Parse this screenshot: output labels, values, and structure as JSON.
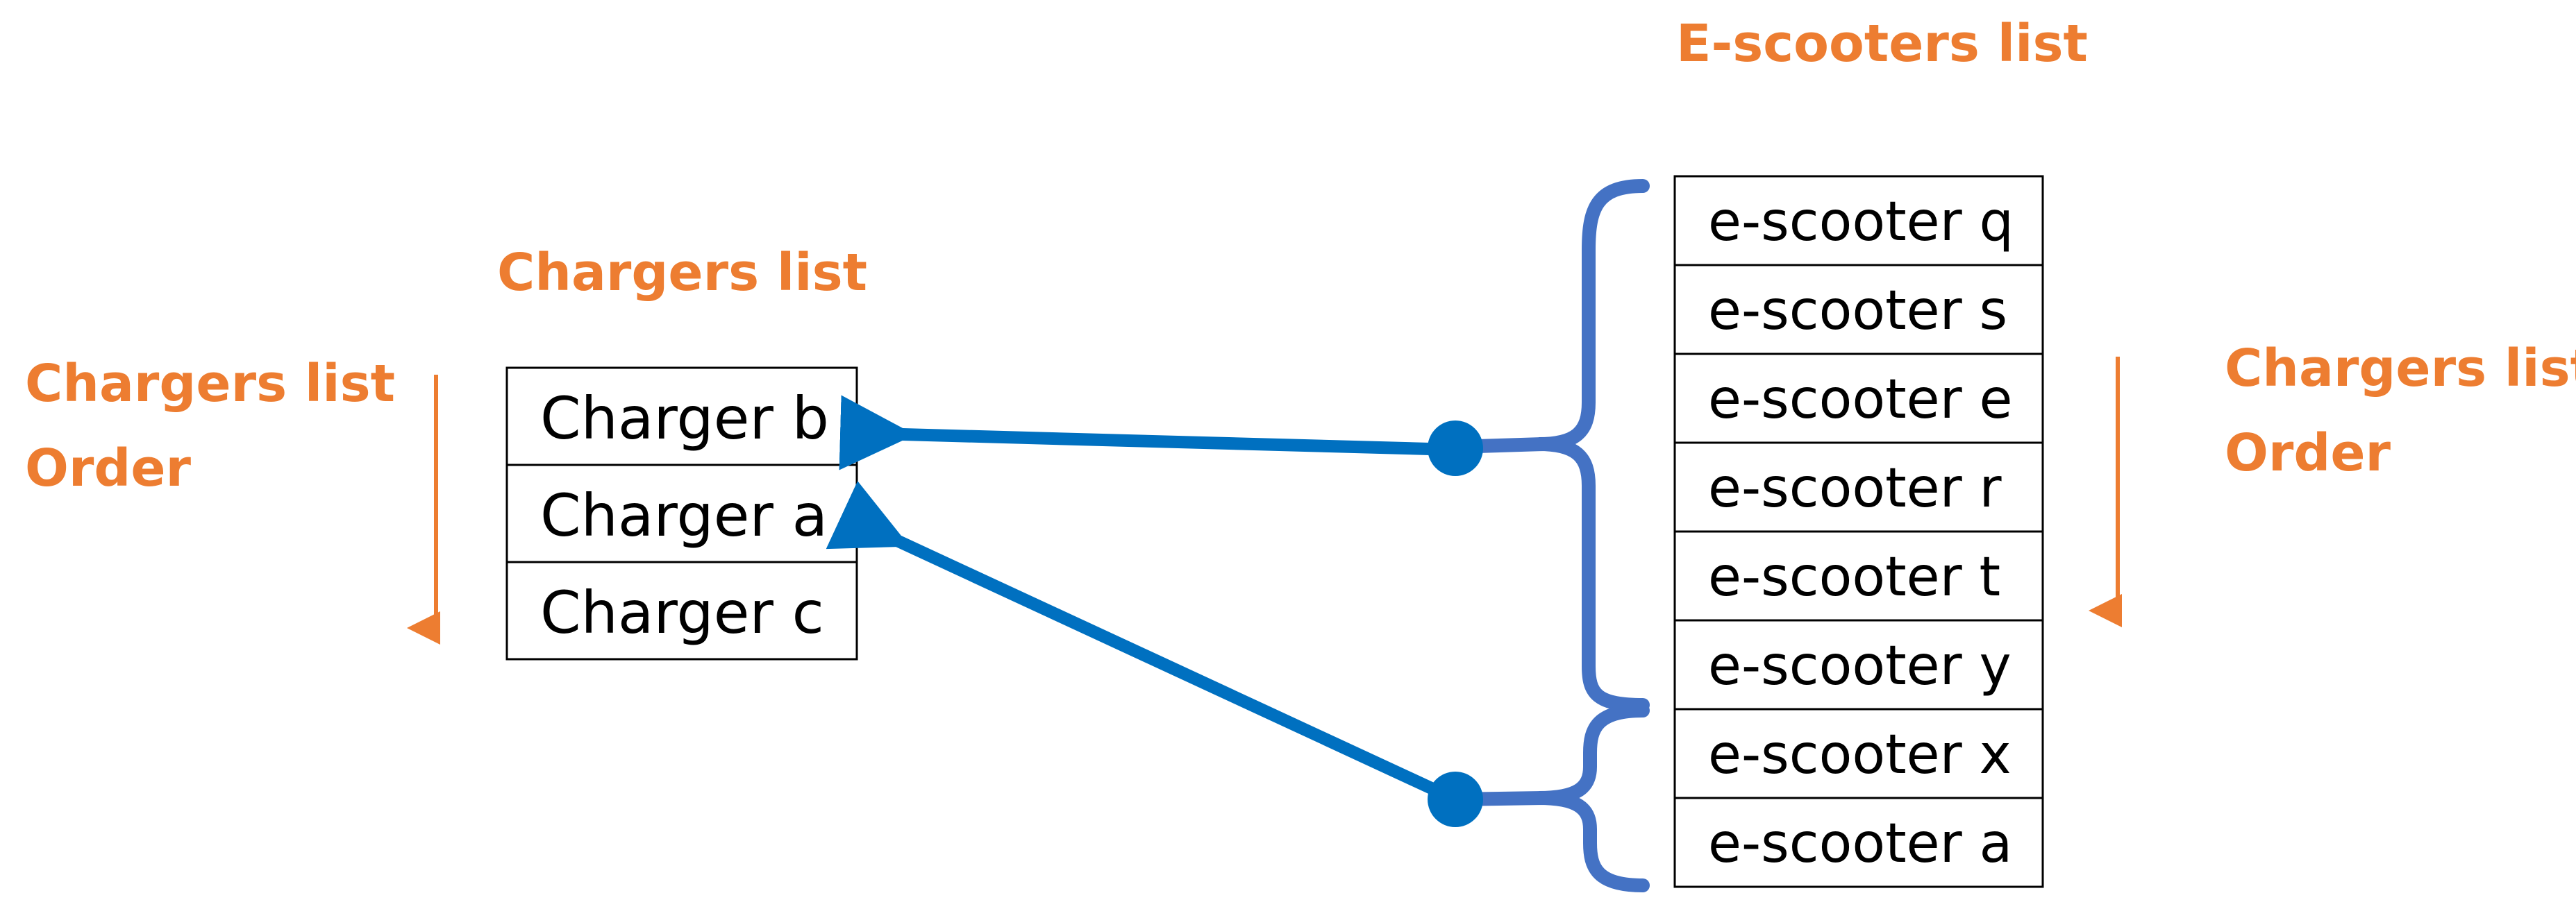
{
  "chargers_list": {
    "title": "Chargers list",
    "items": [
      "Charger b",
      "Charger a",
      "Charger c"
    ]
  },
  "escooters_list": {
    "title": "E-scooters list",
    "items": [
      "e-scooter q",
      "e-scooter s",
      "e-scooter e",
      "e-scooter r",
      "e-scooter t",
      "e-scooter y",
      "e-scooter x",
      "e-scooter a"
    ]
  },
  "left_order_label": {
    "line1": "Chargers list",
    "line2": "Order"
  },
  "right_order_label": {
    "line1": "Chargers list",
    "line2": "Order"
  },
  "assignments": [
    {
      "charger": "Charger b",
      "scooters": [
        "e-scooter q",
        "e-scooter s",
        "e-scooter e",
        "e-scooter r",
        "e-scooter t",
        "e-scooter y"
      ]
    },
    {
      "charger": "Charger a",
      "scooters": [
        "e-scooter x",
        "e-scooter a"
      ]
    }
  ],
  "colors": {
    "label": "#ED7D31",
    "arrow": "#0070C0",
    "brace": "#4472C4",
    "border": "#000000"
  }
}
